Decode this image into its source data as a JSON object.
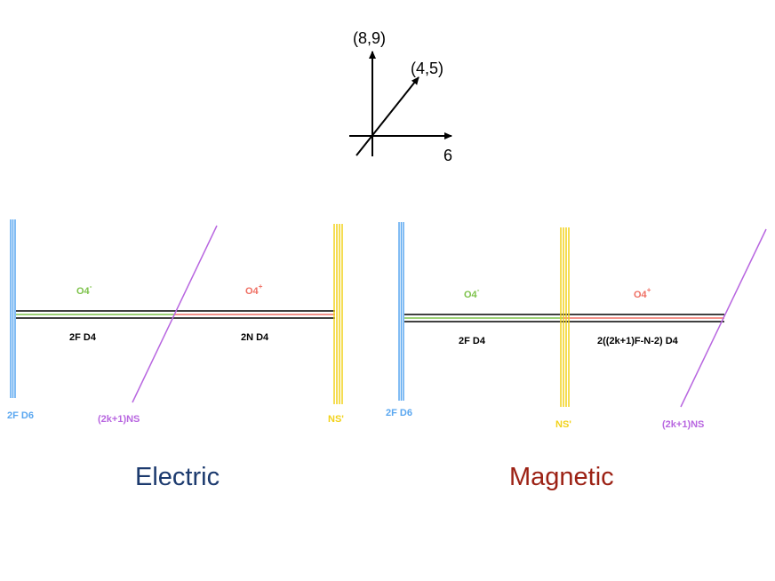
{
  "colors": {
    "electric_title": "#1c3a6e",
    "magnetic_title": "#9c2114",
    "d6_blue": "#5aa7f0",
    "ns_yellow": "#f2d21a",
    "ns_purple": "#b866e0",
    "o4_minus_green": "#7dc24a",
    "o4_plus_red": "#ef6f63",
    "black": "#000000"
  },
  "axes": {
    "label_y": "(8,9)",
    "label_diag": "(4,5)",
    "label_x": "6"
  },
  "electric": {
    "title": "Electric",
    "o4_minus": "O4",
    "o4_minus_sup": "-",
    "o4_plus": "O4",
    "o4_plus_sup": "+",
    "left_d4": "2F D4",
    "right_d4": "2N D4",
    "d6_label": "2F D6",
    "ns_label": "(2k+1)NS",
    "nsprime_label": "NS'"
  },
  "magnetic": {
    "title": "Magnetic",
    "o4_minus": "O4",
    "o4_minus_sup": "-",
    "o4_plus": "O4",
    "o4_plus_sup": "+",
    "left_d4": "2F D4",
    "right_d4": "2((2k+1)F-N-2) D4",
    "d6_label": "2F D6",
    "ns_label": "(2k+1)NS",
    "nsprime_label": "NS'"
  }
}
